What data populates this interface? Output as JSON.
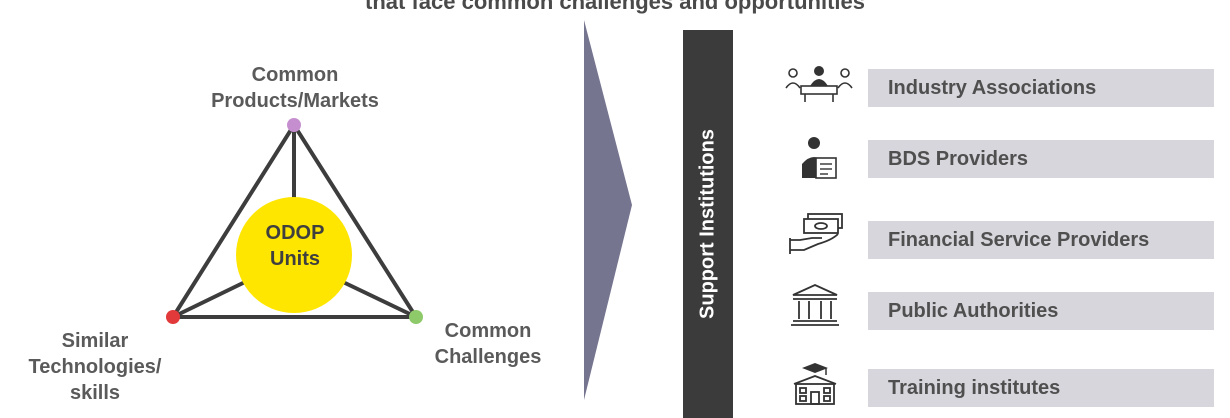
{
  "title": "that face common challenges and opportunities",
  "triangle": {
    "top_label": "Common\nProducts/Markets",
    "left_label": "Similar\nTechnologies/\nskills",
    "right_label": "Common\nChallenges",
    "center_label": "ODOP\nUnits"
  },
  "colors": {
    "center_circle": "#ffe600",
    "top_node": "#c58fcf",
    "left_node": "#e23a3a",
    "right_node": "#8ec96a",
    "arrow": "#767590",
    "bar": "#3b3b3b",
    "inst_box": "#d6d6dc"
  },
  "support_bar": {
    "label": "Support Institutions"
  },
  "institutions": [
    {
      "label": "Industry Associations",
      "icon": "meeting-people-icon"
    },
    {
      "label": "BDS Providers",
      "icon": "consultant-document-icon"
    },
    {
      "label": "Financial Service Providers",
      "icon": "hand-money-icon"
    },
    {
      "label": "Public Authorities",
      "icon": "government-building-icon"
    },
    {
      "label": "Training institutes",
      "icon": "school-building-icon"
    }
  ]
}
